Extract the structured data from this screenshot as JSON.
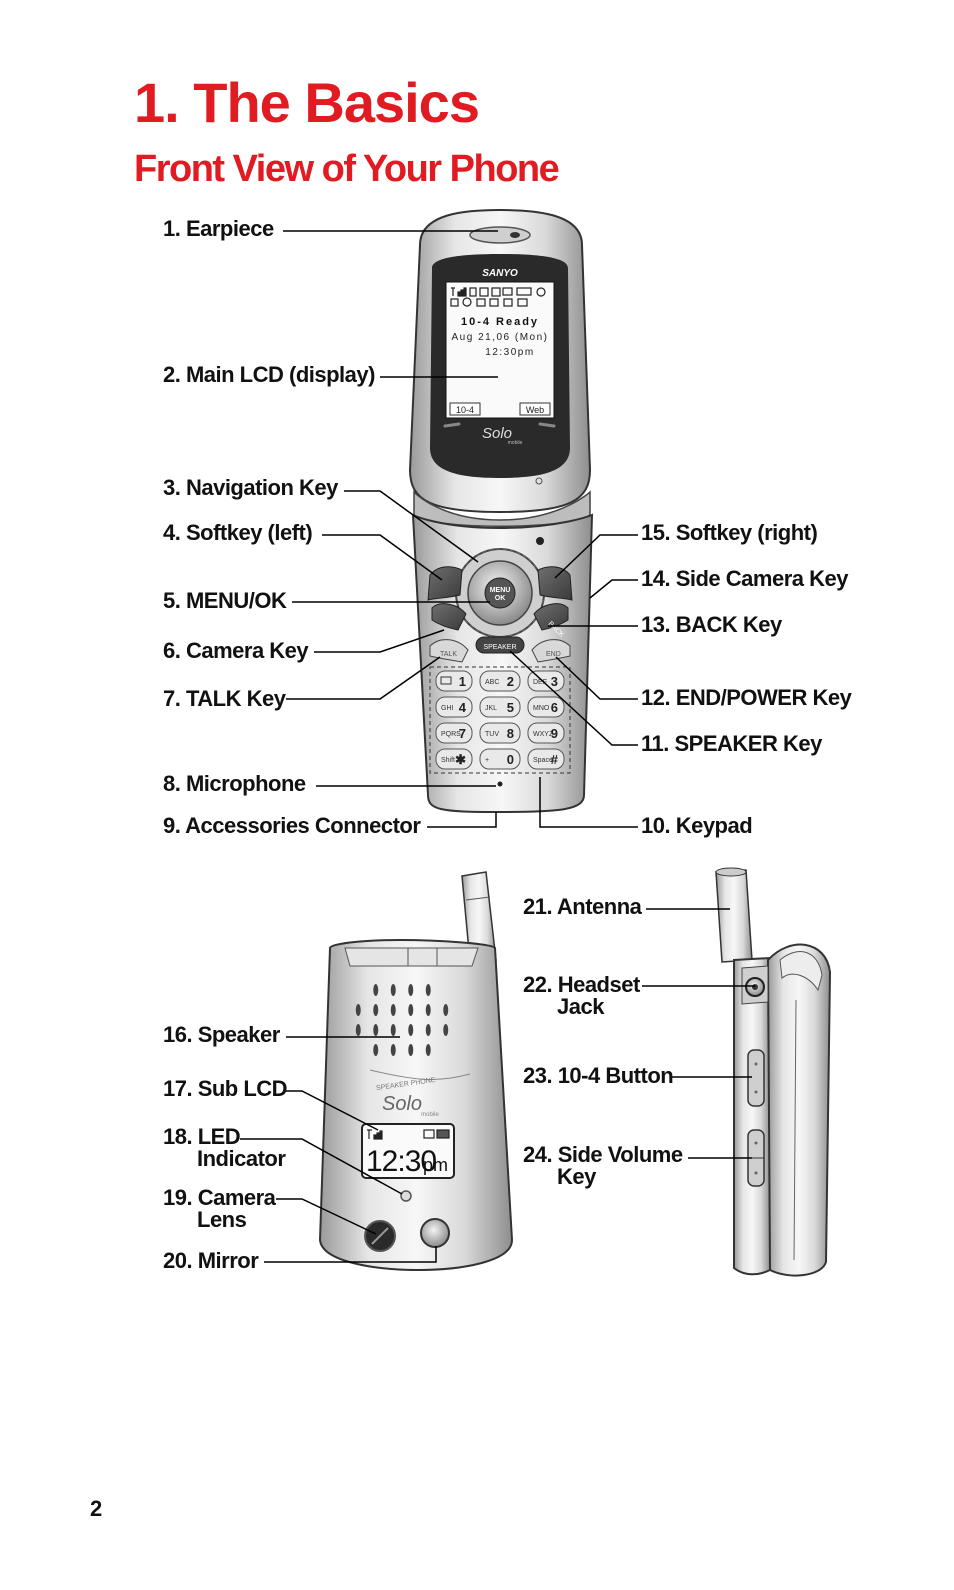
{
  "chapter_title": "1. The Basics",
  "section_title": "Front View of Your Phone",
  "page_number": "2",
  "labels": {
    "l1": "1. Earpiece",
    "l2": "2. Main LCD (display)",
    "l3": "3. Navigation Key",
    "l4": "4. Softkey (left)",
    "l5": "5. MENU/OK",
    "l6": "6. Camera Key",
    "l7": "7. TALK Key",
    "l8": "8. Microphone",
    "l9": "9. Accessories Connector",
    "l10": "10. Keypad",
    "l11": "11. SPEAKER Key",
    "l12": "12. END/POWER Key",
    "l13": "13. BACK Key",
    "l14": "14. Side Camera Key",
    "l15": "15. Softkey (right)",
    "l16": "16. Speaker",
    "l17": "17. Sub LCD",
    "l18a": "18. LED",
    "l18b": "Indicator",
    "l19a": "19. Camera",
    "l19b": "Lens",
    "l20": "20. Mirror",
    "l21": "21. Antenna",
    "l22a": "22. Headset",
    "l22b": "Jack",
    "l23": "23. 10-4 Button",
    "l24a": "24. Side Volume",
    "l24b": "Key"
  },
  "phone_screen": {
    "brand": "SANYO",
    "status": "10-4 Ready",
    "date": "Aug 21,06 (Mon)",
    "time": "12:30pm",
    "softkey_left": "10-4",
    "softkey_right": "Web",
    "logo": "Solo",
    "logo_sub": "mobile"
  },
  "keypad": {
    "menu": "MENU",
    "ok": "OK",
    "talk": "TALK",
    "end": "END",
    "back": "BACK",
    "speaker": "SPEAKER",
    "keys": [
      {
        "sub": "",
        "main": "1"
      },
      {
        "sub": "ABC",
        "main": "2"
      },
      {
        "sub": "DEF",
        "main": "3"
      },
      {
        "sub": "GHI",
        "main": "4"
      },
      {
        "sub": "JKL",
        "main": "5"
      },
      {
        "sub": "MNO",
        "main": "6"
      },
      {
        "sub": "PQRS",
        "main": "7"
      },
      {
        "sub": "TUV",
        "main": "8"
      },
      {
        "sub": "WXYZ",
        "main": "9"
      },
      {
        "sub": "Shift",
        "main": "✱"
      },
      {
        "sub": "+",
        "main": "0"
      },
      {
        "sub": "Space",
        "main": "#"
      }
    ]
  },
  "closed_phone": {
    "speaker_text": "SPEAKER PHONE",
    "logo": "Solo",
    "logo_sub": "mobile",
    "sub_time": "12:30",
    "sub_ampm": "pm"
  },
  "colors": {
    "accent": "#e01b22"
  }
}
